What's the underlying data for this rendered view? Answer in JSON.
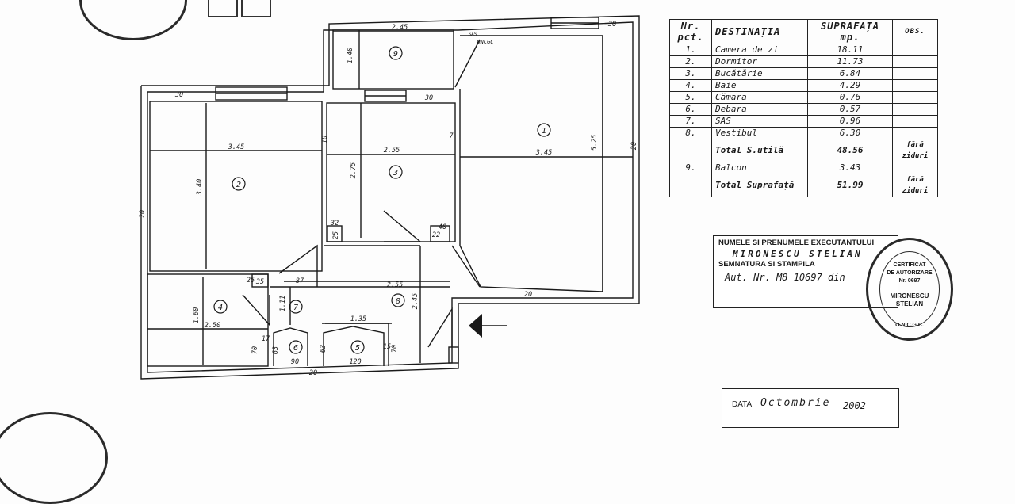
{
  "plan": {
    "rooms": [
      {
        "number": "1",
        "label": "1"
      },
      {
        "number": "2",
        "label": "2"
      },
      {
        "number": "3",
        "label": "3"
      },
      {
        "number": "4",
        "label": "4"
      },
      {
        "number": "5",
        "label": "5"
      },
      {
        "number": "6",
        "label": "6"
      },
      {
        "number": "7",
        "label": "7"
      },
      {
        "number": "8",
        "label": "8"
      },
      {
        "number": "9",
        "label": "9"
      }
    ],
    "dimensions": {
      "d_2_45_top": "2.45",
      "d_30_top_right": "30",
      "d_1_40": "1.40",
      "d_30_left_top": "30",
      "d_30_mid_top": "30",
      "d_3_45_left": "3.45",
      "d_2_55_mid": "2.55",
      "d_3_45_right": "3.45",
      "d_5_25": "5.25",
      "d_20_right": "20",
      "d_3_40": "3.40",
      "d_2_75": "2.75",
      "d_10": "10",
      "d_7": "7",
      "d_20_left": "20",
      "d_32": "32",
      "d_25_a": "25",
      "d_22": "22",
      "d_40": "40",
      "d_25_b": "25",
      "d_35": "35",
      "d_87": "87",
      "d_2_55_lower": "2.55",
      "d_20_mid": "20",
      "d_1_60": "1.60",
      "d_2_50": "2.50",
      "d_1_11": "1.11",
      "d_2_45_vert": "2.45",
      "d_1_35": "1.35",
      "d_17": "17",
      "d_63_a": "63",
      "d_63_b": "63",
      "d_15": "15",
      "d_70_a": "70",
      "d_70_b": "70",
      "d_90": "90",
      "d_120": "120",
      "d_20_bottom": "20"
    },
    "oncgc_label": "ONCGC",
    "sas_label": "SAS"
  },
  "table": {
    "headers": {
      "nr": "Nr. pct.",
      "destinatia": "DESTINAȚIA",
      "suprafata": "SUPRAFAȚA mp.",
      "obs": "OBS."
    },
    "rows": [
      {
        "nr": "1.",
        "name": "Camera de zi",
        "area": "18.11",
        "obs": ""
      },
      {
        "nr": "2.",
        "name": "Dormitor",
        "area": "11.73",
        "obs": ""
      },
      {
        "nr": "3.",
        "name": "Bucătărie",
        "area": "6.84",
        "obs": ""
      },
      {
        "nr": "4.",
        "name": "Baie",
        "area": "4.29",
        "obs": ""
      },
      {
        "nr": "5.",
        "name": "Cămara",
        "area": "0.76",
        "obs": ""
      },
      {
        "nr": "6.",
        "name": "Debara",
        "area": "0.57",
        "obs": ""
      },
      {
        "nr": "7.",
        "name": "SAS",
        "area": "0.96",
        "obs": ""
      },
      {
        "nr": "8.",
        "name": "Vestibul",
        "area": "6.30",
        "obs": ""
      },
      {
        "nr": "",
        "name": "Total S.utilă",
        "area": "48.56",
        "obs": "fără ziduri"
      },
      {
        "nr": "9.",
        "name": "Balcon",
        "area": "3.43",
        "obs": ""
      },
      {
        "nr": "",
        "name": "Total Suprafață",
        "area": "51.99",
        "obs": "fără ziduri"
      }
    ]
  },
  "executant": {
    "title": "NUMELE SI PRENUMELE EXECUTANTULUI",
    "name": "MIRONESCU STELIAN",
    "signature_label": "SEMNATURA SI STAMPILA",
    "authorization": "Aut. Nr. M8 10697 din"
  },
  "stamp": {
    "line1": "CERTIFICAT",
    "line2": "DE AUTORIZARE",
    "line3": "Nr. 0697",
    "line4": "MIRONESCU",
    "line5": "STELIAN",
    "line6": "O.N.C.G.C."
  },
  "date": {
    "label": "DATA:",
    "value": "Octombrie",
    "year": "2002"
  }
}
